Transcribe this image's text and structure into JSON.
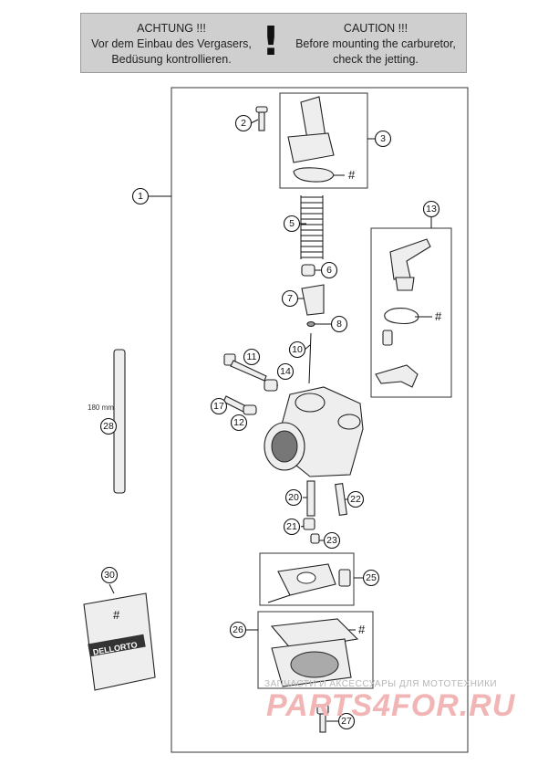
{
  "caution": {
    "de_line1": "ACHTUNG !!!",
    "de_line2": "Vor dem Einbau des Vergasers,",
    "de_line3": "Bedüsung kontrollieren.",
    "symbol": "!",
    "en_line1": "CAUTION !!!",
    "en_line2": "Before mounting the carburetor,",
    "en_line3": "check the jetting."
  },
  "callouts": [
    "1",
    "2",
    "3",
    "5",
    "6",
    "7",
    "8",
    "10",
    "11",
    "12",
    "13",
    "14",
    "17",
    "20",
    "21",
    "22",
    "23",
    "25",
    "26",
    "27",
    "28",
    "30"
  ],
  "hash_marks": [
    "#",
    "#",
    "#",
    "#"
  ],
  "dimension_label": "180 mm",
  "packet_brand": "DELLORTO",
  "packet_hash": "#",
  "watermark": {
    "line1": "ЗАПЧАСТИ И АКСЕССУАРЫ ДЛЯ МОТОТЕХНИКИ",
    "line2": "PARTS4FOR.RU"
  }
}
